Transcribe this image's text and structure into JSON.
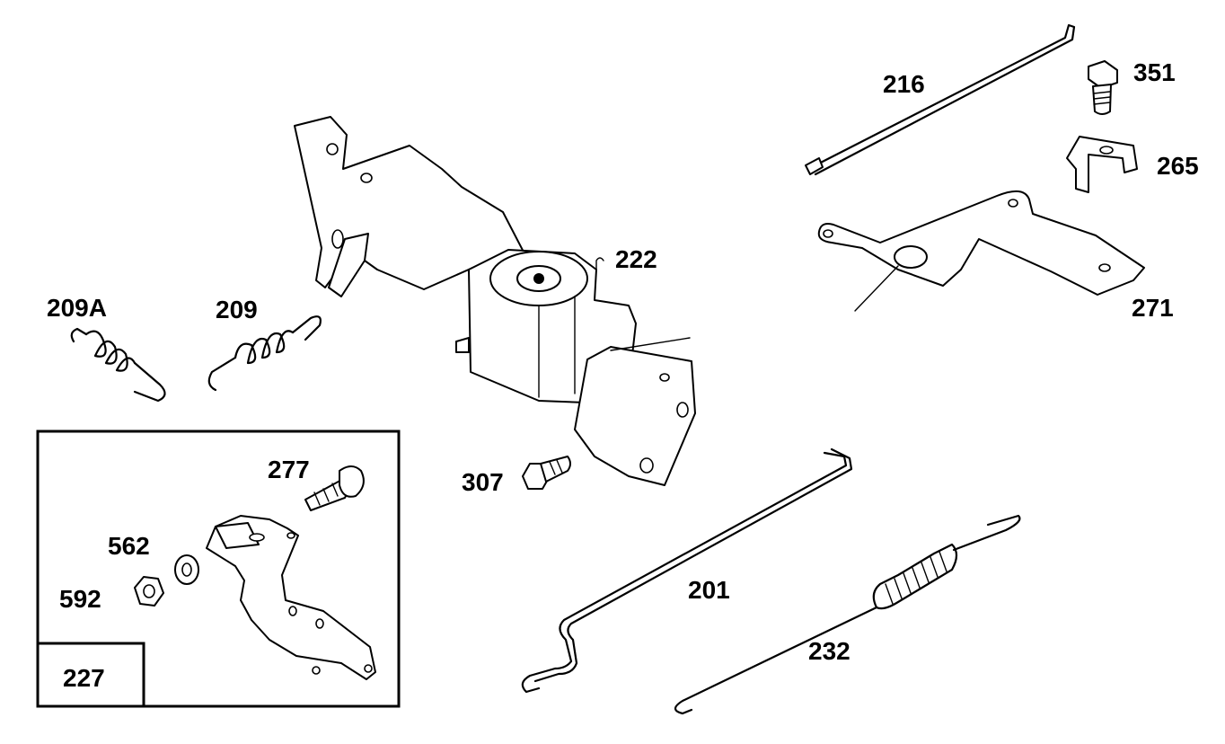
{
  "callouts": {
    "p216": "216",
    "p351": "351",
    "p265": "265",
    "p271": "271",
    "p222": "222",
    "p209A": "209A",
    "p209": "209",
    "p307": "307",
    "p277": "277",
    "p562": "562",
    "p592": "592",
    "p227": "227",
    "p201": "201",
    "p232": "232"
  }
}
